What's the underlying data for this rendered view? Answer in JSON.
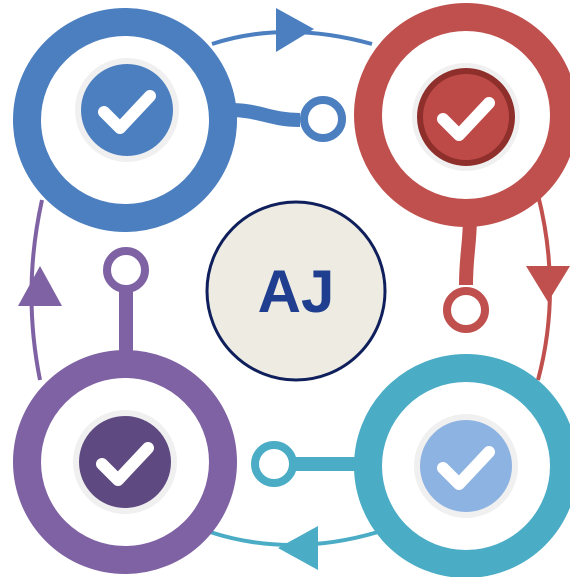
{
  "center": {
    "label": "AJ",
    "fill": "#edebe2",
    "stroke": "#0f1f5c",
    "text_color": "#1f3e8f"
  },
  "colors": {
    "blue": "#4c7fbf",
    "blue_badge": "#4c7fbf",
    "red": "#c0504d",
    "red_badge": "#be4a47",
    "red_badge_ring": "#8e2f2c",
    "teal": "#4aacc5",
    "teal_badge": "#8db3e2",
    "purple": "#7f62a3",
    "purple_badge": "#5e4a80",
    "badge_halo": "#f0f0f0",
    "check": "#ffffff"
  },
  "nodes": [
    {
      "id": "top-left",
      "color_key": "blue",
      "icon": "checkmark-icon"
    },
    {
      "id": "top-right",
      "color_key": "red",
      "icon": "checkmark-icon"
    },
    {
      "id": "bottom-right",
      "color_key": "teal",
      "icon": "checkmark-icon"
    },
    {
      "id": "bottom-left",
      "color_key": "purple",
      "icon": "checkmark-icon"
    }
  ],
  "flow_direction": "clockwise"
}
